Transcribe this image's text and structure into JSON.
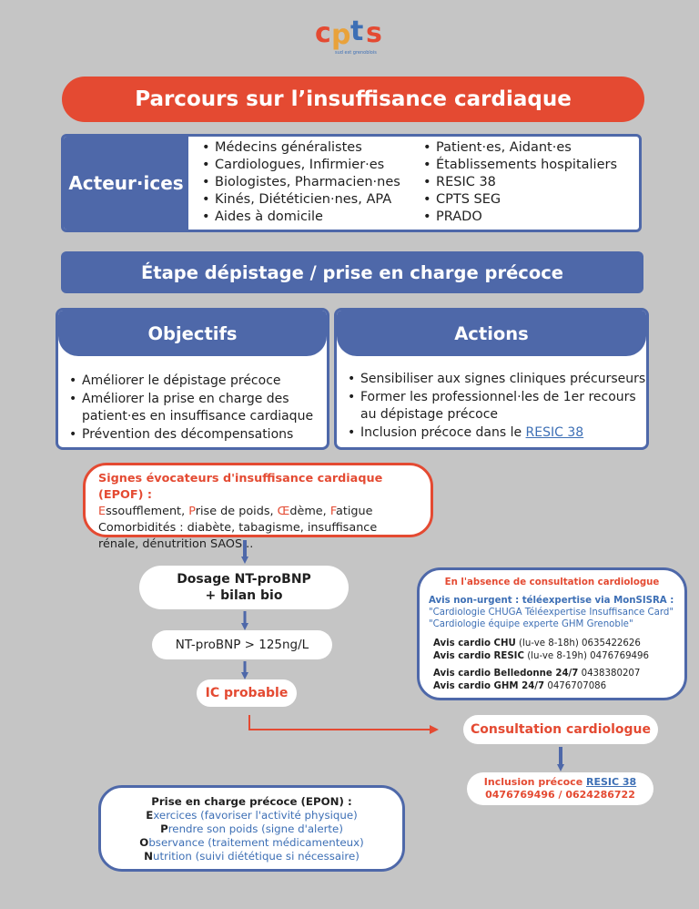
{
  "logo": {
    "letters": [
      "c",
      "p",
      "t",
      "s"
    ],
    "tagline": "sud est grenoblois"
  },
  "title": "Parcours sur l’insuffisance cardiaque",
  "actors": {
    "label": "Acteur·ices",
    "col1": [
      "Médecins généralistes",
      "Cardiologues, Infirmier·es",
      "Biologistes, Pharmacien·nes",
      "Kinés, Diététicien·nes, APA",
      "Aides à domicile"
    ],
    "col2": [
      "Patient·es, Aidant·es",
      "Établissements hospitaliers",
      "RESIC 38",
      "CPTS SEG",
      "PRADO"
    ]
  },
  "step": "Étape dépistage / prise en charge précoce",
  "objectives": {
    "title": "Objectifs",
    "items": [
      "Améliorer le dépistage précoce",
      "Améliorer la prise en charge des patient·es en insuffisance cardiaque",
      "Prévention des décompensations"
    ]
  },
  "actions": {
    "title": "Actions",
    "items": [
      "Sensibiliser aux signes cliniques précurseurs",
      "Former les professionnel·les de 1er recours au dépistage précoce"
    ],
    "last_prefix": "Inclusion précoce dans le ",
    "last_link": "RESIC 38"
  },
  "signs": {
    "title": "Signes évocateurs d'insuffisance cardiaque (EPOF) :",
    "epof": [
      {
        "initial": "E",
        "rest": "ssoufflement, "
      },
      {
        "initial": "P",
        "rest": "rise de poids, "
      },
      {
        "initial": "Œ",
        "rest": "dème, "
      },
      {
        "initial": "F",
        "rest": "atigue"
      }
    ],
    "comorb": "Comorbidités : diabète, tabagisme, insuffisance rénale, dénutrition SAOS..."
  },
  "flow": {
    "nt_line1": "Dosage NT-proBNP",
    "nt_line2": "+ bilan bio",
    "threshold": "NT-proBNP > 125ng/L",
    "ic": "IC probable",
    "consult": "Consultation cardiologue",
    "incl_prefix": "Inclusion précoce ",
    "incl_link": "RESIC 38",
    "incl_phones": "0476769496 / 0624286722"
  },
  "absence": {
    "title": "En l'absence de consultation cardiologue",
    "nonurgent": "Avis non-urgent : téléexpertise via MonSISRA :",
    "q1": "\"Cardiologie CHUGA Téléexpertise Insuffisance Card\"",
    "q2": "\"Cardiologie équipe experte GHM Grenoble\"",
    "lines": [
      {
        "label": "Avis cardio CHU",
        "detail": " (lu-ve 8-18h) 0635422626"
      },
      {
        "label": "Avis cardio RESIC",
        "detail": " (lu-ve 8-19h) 0476769496"
      },
      {
        "label": "Avis cardio Belledonne 24/7",
        "detail": " 0438380207"
      },
      {
        "label": "Avis cardio GHM 24/7",
        "detail": " 0476707086"
      }
    ]
  },
  "epon": {
    "title": "Prise en charge précoce (EPON) :",
    "items": [
      {
        "initial": "E",
        "rest": "xercices (favoriser l'activité physique)"
      },
      {
        "initial": "P",
        "rest": "rendre son poids (signe d'alerte)"
      },
      {
        "initial": "O",
        "rest": "bservance (traitement médicamenteux)"
      },
      {
        "initial": "N",
        "rest": "utrition (suivi diététique si nécessaire)"
      }
    ]
  },
  "colors": {
    "red": "#e44a32",
    "blue": "#4e68a9",
    "link": "#3d6fb5",
    "background": "#c5c5c5"
  }
}
